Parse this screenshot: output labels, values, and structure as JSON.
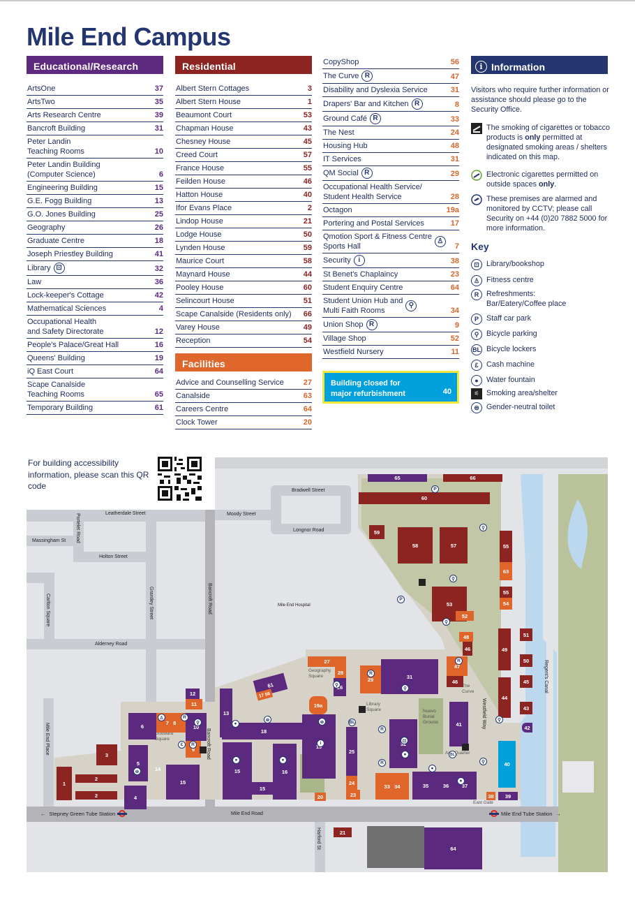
{
  "title": "Mile End Campus",
  "educational": {
    "heading": "Educational/Research",
    "color": "#5e2a80",
    "items": [
      {
        "name": "ArtsOne",
        "num": "37"
      },
      {
        "name": "ArtsTwo",
        "num": "35"
      },
      {
        "name": "Arts Research Centre",
        "num": "39"
      },
      {
        "name": "Bancroft Building",
        "num": "31"
      },
      {
        "name": "Peter Landin\nTeaching Rooms",
        "num": "10"
      },
      {
        "name": "Peter Landin Building\n(Computer Science)",
        "num": "6"
      },
      {
        "name": "Engineering Building",
        "num": "15"
      },
      {
        "name": "G.E. Fogg Building",
        "num": "13"
      },
      {
        "name": "G.O. Jones Building",
        "num": "25"
      },
      {
        "name": "Geography",
        "num": "26"
      },
      {
        "name": "Graduate Centre",
        "num": "18"
      },
      {
        "name": "Joseph Priestley Building",
        "num": "41"
      },
      {
        "name": "Library",
        "num": "32",
        "icon": "library-icon"
      },
      {
        "name": "Law",
        "num": "36"
      },
      {
        "name": "Lock-keeper's Cottage",
        "num": "42"
      },
      {
        "name": "Mathematical Sciences",
        "num": "4"
      },
      {
        "name": "Occupational Health\nand Safety Directorate",
        "num": "12"
      },
      {
        "name": "People's Palace/Great Hall",
        "num": "16"
      },
      {
        "name": "Queens' Building",
        "num": "19"
      },
      {
        "name": "iQ East Court",
        "num": "64"
      },
      {
        "name": "Scape Canalside\nTeaching Rooms",
        "num": "65"
      },
      {
        "name": "Temporary Building",
        "num": "61"
      }
    ]
  },
  "residential": {
    "heading": "Residential",
    "color": "#8c2422",
    "items": [
      {
        "name": "Albert Stern Cottages",
        "num": "3"
      },
      {
        "name": "Albert Stern House",
        "num": "1"
      },
      {
        "name": "Beaumont Court",
        "num": "53"
      },
      {
        "name": "Chapman House",
        "num": "43"
      },
      {
        "name": "Chesney House",
        "num": "45"
      },
      {
        "name": "Creed Court",
        "num": "57"
      },
      {
        "name": "France House",
        "num": "55"
      },
      {
        "name": "Feilden House",
        "num": "46"
      },
      {
        "name": "Hatton House",
        "num": "40"
      },
      {
        "name": "Ifor Evans Place",
        "num": "2"
      },
      {
        "name": "Lindop House",
        "num": "21"
      },
      {
        "name": "Lodge House",
        "num": "50"
      },
      {
        "name": "Lynden House",
        "num": "59"
      },
      {
        "name": "Maurice Court",
        "num": "58"
      },
      {
        "name": "Maynard House",
        "num": "44"
      },
      {
        "name": "Pooley House",
        "num": "60"
      },
      {
        "name": "Selincourt House",
        "num": "51"
      },
      {
        "name": "Scape Canalside (Residents only)",
        "num": "66"
      },
      {
        "name": "Varey House",
        "num": "49"
      },
      {
        "name": "Reception",
        "num": "54"
      }
    ]
  },
  "facilities": {
    "heading": "Facilities",
    "color": "#e0672c",
    "items": [
      {
        "name": "Advice and Counselling Service",
        "num": "27"
      },
      {
        "name": "Canalside",
        "num": "63"
      },
      {
        "name": "Careers Centre",
        "num": "64"
      },
      {
        "name": "Clock Tower",
        "num": "20"
      }
    ],
    "items_cont": [
      {
        "name": "CopyShop",
        "num": "56"
      },
      {
        "name": "The Curve",
        "num": "47",
        "icon": "R"
      },
      {
        "name": "Disability and Dyslexia Service",
        "num": "31"
      },
      {
        "name": "Drapers' Bar and Kitchen",
        "num": "8",
        "icon": "R"
      },
      {
        "name": "Ground Café",
        "num": "33",
        "icon": "R"
      },
      {
        "name": "The Nest",
        "num": "24"
      },
      {
        "name": "Housing Hub",
        "num": "48"
      },
      {
        "name": "IT Services",
        "num": "31"
      },
      {
        "name": "QM Social",
        "num": "29",
        "icon": "R"
      },
      {
        "name": "Occupational Health Service/\nStudent Health Service",
        "num": "28"
      },
      {
        "name": "Octagon",
        "num": "19a"
      },
      {
        "name": "Portering and Postal Services",
        "num": "17"
      },
      {
        "name": "Qmotion Sport & Fitness Centre\nSports Hall",
        "num": "7",
        "icon": "fitness"
      },
      {
        "name": "Security",
        "num": "38",
        "icon": "i"
      },
      {
        "name": "St Benet's Chaplaincy",
        "num": "23"
      },
      {
        "name": "Student Enquiry Centre",
        "num": "64"
      },
      {
        "name": "Student Union Hub and\nMulti Faith Rooms",
        "num": "34",
        "icon": "bike"
      },
      {
        "name": "Union Shop",
        "num": "9",
        "icon": "R"
      },
      {
        "name": "Village Shop",
        "num": "52"
      },
      {
        "name": "Westfield Nursery",
        "num": "11"
      }
    ]
  },
  "closed_notice": {
    "text": "Building closed for\nmajor refurbishment",
    "num": "40",
    "color": "#00a0dd",
    "border": "#f3e73c"
  },
  "information": {
    "heading": "Information",
    "intro": "Visitors who require further information or assistance should please go to the Security Office.",
    "smoking_pre": "The smoking of cigarettes or tobacco products is ",
    "smoking_bold": "only",
    "smoking_post": " permitted at designated smoking areas / shelters indicated on this map.",
    "ecig_pre": "Electronic cigarettes permitted on outside spaces ",
    "ecig_bold": "only",
    "ecig_post": ".",
    "cctv": "These premises are alarmed and monitored by CCTV; please call Security on +44 (0)20 7882 5000 for more information."
  },
  "key": {
    "title": "Key",
    "items": [
      {
        "icon": "library-icon",
        "glyph": "⊡",
        "label": "Library/bookshop"
      },
      {
        "icon": "fitness-icon",
        "glyph": "♙",
        "label": "Fitness centre"
      },
      {
        "icon": "refreshments-icon",
        "glyph": "R",
        "label": "Refreshments:\nBar/Eatery/Coffee place"
      },
      {
        "icon": "car-park-icon",
        "glyph": "P",
        "label": "Staff car park"
      },
      {
        "icon": "bicycle-parking-icon",
        "glyph": "⚲",
        "label": "Bicycle parking"
      },
      {
        "icon": "bicycle-lockers-icon",
        "glyph": "BL",
        "label": "Bicycle lockers"
      },
      {
        "icon": "cash-machine-icon",
        "glyph": "£",
        "label": "Cash machine"
      },
      {
        "icon": "water-fountain-icon",
        "glyph": "●",
        "label": "Water fountain"
      },
      {
        "icon": "smoking-area-icon",
        "glyph": "⚟",
        "label": "Smoking area/shelter"
      },
      {
        "icon": "toilet-icon",
        "glyph": "⊜",
        "label": "Gender-neutral toilet"
      }
    ]
  },
  "map": {
    "qr_text": "For building accessibility information, please scan this QR code",
    "streets": {
      "leatherdale": "Leatherdale Street",
      "portelet": "Portelet Road",
      "massingham": "Massingham St",
      "holton": "Holton Street",
      "carlton": "Carlton Square",
      "grantley": "Grantley Street",
      "alderney": "Alderney Road",
      "bancroft": "Bancroft Road",
      "bancroft2": "Bancroft Road",
      "moody": "Moody Street",
      "bradwell": "Bradwell Street",
      "longnor": "Longnor Road",
      "hospital": "Mile End Hospital",
      "mile_end_place": "Mile End Place",
      "mile_end_road": "Mile End Road",
      "harford": "Harford St",
      "westfield": "Westfield Way",
      "canal": "Regent's Canal"
    },
    "places": {
      "geography_square": "Geography\nSquare",
      "library_square": "Library\nSquare",
      "godward_square": "Godward\nSquare",
      "nuevo": "Nuevo\nBurial\nGround",
      "arts_quarter": "Arts Quarter",
      "the_curve": "The\nCurve",
      "east_gate": "East Gate"
    },
    "stepney": "Stepney Green Tube Station",
    "mile_end_tube": "Mile End Tube Station",
    "colors": {
      "educational": "#5b2a7e",
      "residential": "#8c2422",
      "facilities": "#e0652b",
      "closed": "#00a0dd",
      "grass": "#b9c29a",
      "paving": "#d6d2c8",
      "road": "#b4b3b8",
      "water": "#bcd8ee"
    }
  }
}
